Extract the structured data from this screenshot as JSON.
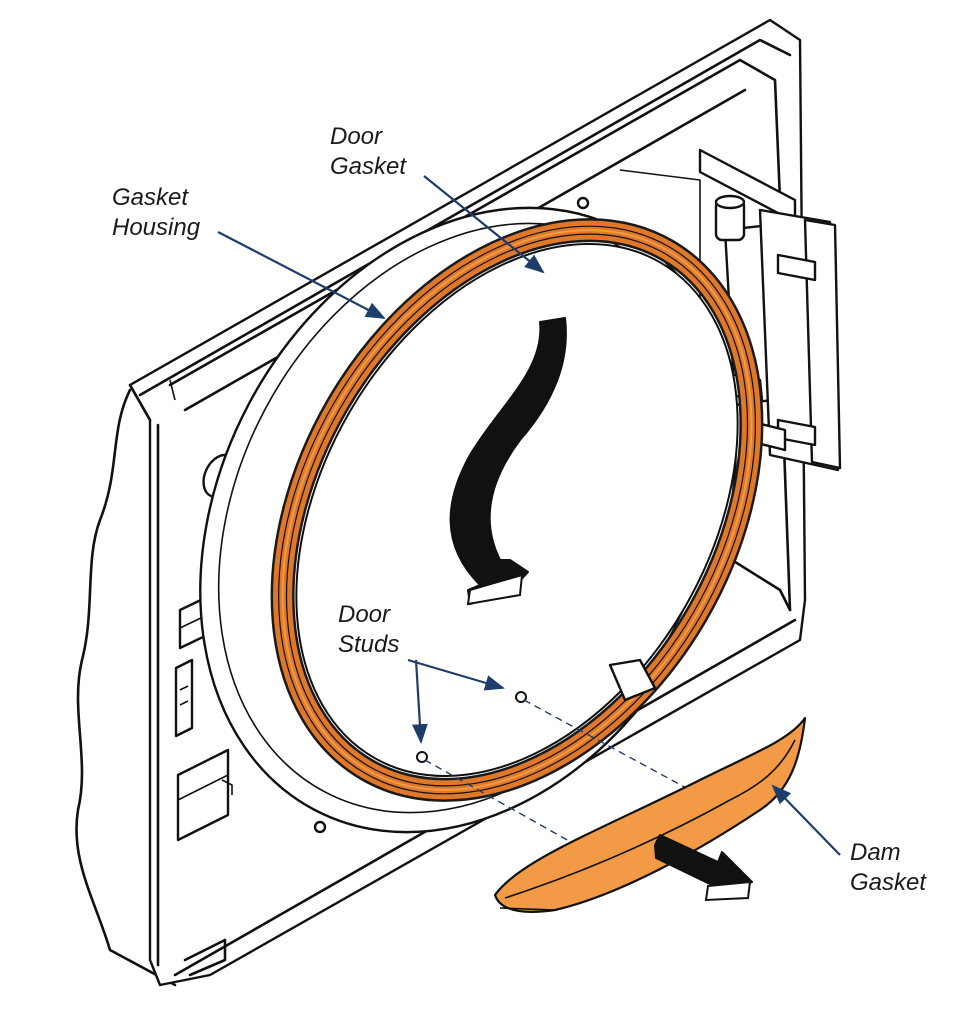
{
  "labels": {
    "gasket_housing": [
      "Gasket",
      "Housing"
    ],
    "door_gasket": [
      "Door",
      "Gasket"
    ],
    "door_studs": [
      "Door",
      "Studs"
    ],
    "dam_gasket": [
      "Dam",
      "Gasket"
    ]
  },
  "colors": {
    "gasket_orange": "#e0782a",
    "gasket_orange_light": "#f29a45",
    "leader_blue": "#1f3d6b",
    "outline": "#111111"
  },
  "icons": [
    "rotation-arrow-icon",
    "removal-arrow-icon"
  ]
}
